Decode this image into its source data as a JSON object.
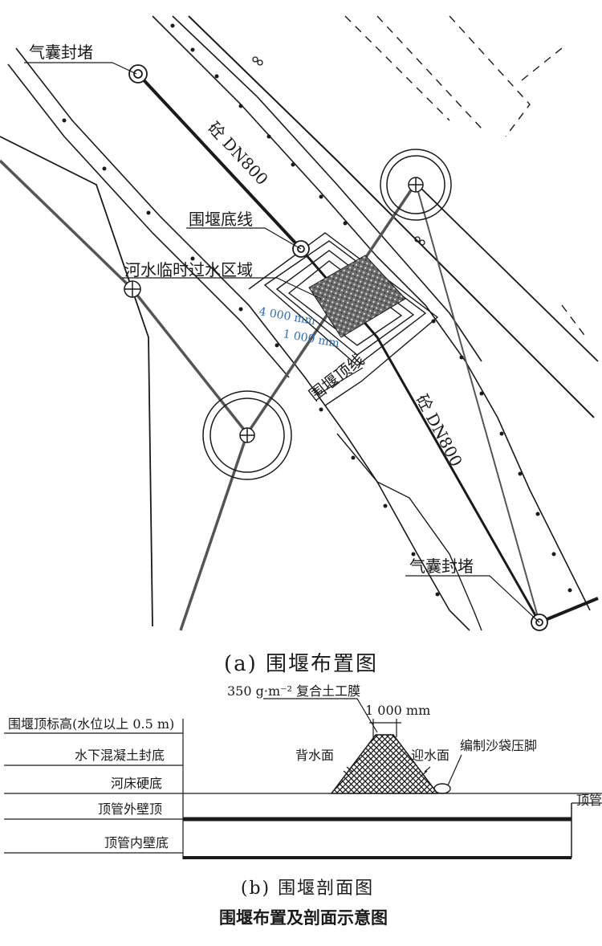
{
  "plan": {
    "caption": "(a)  围堰布置图",
    "labels": {
      "airbag_top": "气囊封堵",
      "airbag_bottom": "气囊封堵",
      "pipe_upper": "砼 DN800",
      "pipe_lower": "砼 DN800",
      "cofferdam_base_line": "围堰底线",
      "temp_water_area": "河水临时过水区域",
      "cofferdam_top_line": "围堰顶线",
      "dim_outer": "4 000 mm",
      "dim_inner": "1 000 mm"
    },
    "colors": {
      "line": "#1a1a1a",
      "dimension": "#2f6fb0",
      "fill": "#555555"
    }
  },
  "section": {
    "caption": "(b)  围堰剖面图",
    "levels": [
      "围堰顶标高(水位以上 0.5 m)",
      "水下混凝土封底",
      "河床硬底",
      "顶管外壁顶",
      "顶管内壁底"
    ],
    "membrane": "350 g·m⁻² 复合土工膜",
    "top_width": "1 000 mm",
    "back_face": "背水面",
    "front_face": "迎水面",
    "sandbag": "编制沙袋压脚",
    "pipe_label": "顶管"
  },
  "figure_title": "围堰布置及剖面示意图"
}
